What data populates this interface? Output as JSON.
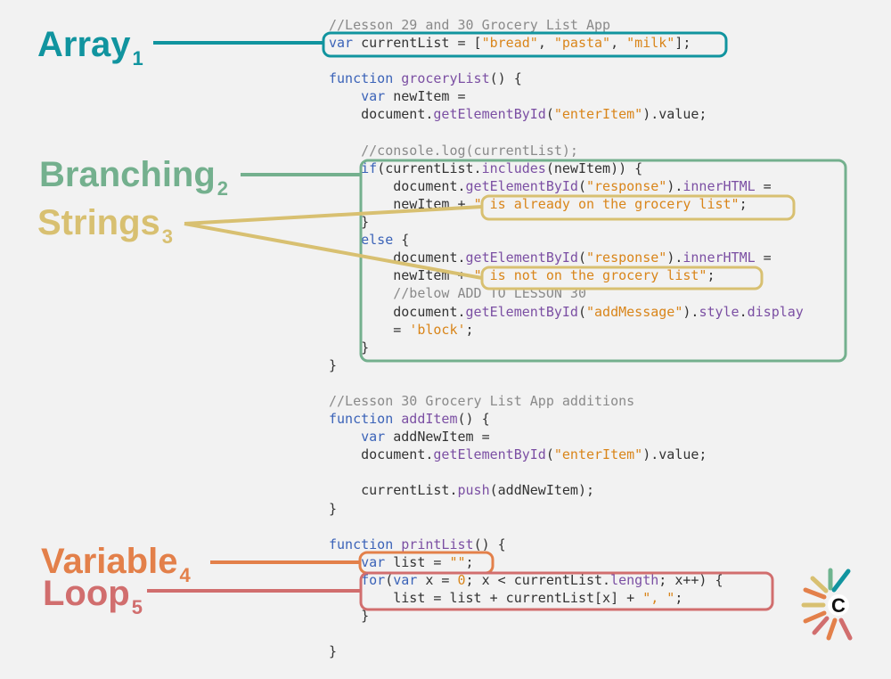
{
  "colors": {
    "array": "#11949f",
    "branching": "#74b08e",
    "strings": "#d8c071",
    "variable": "#e3804a",
    "loop": "#d16e6e",
    "comment": "#8a8a8a",
    "keyword": "#3b63b8",
    "function": "#7b4fa3",
    "string": "#d9851a",
    "text": "#333333"
  },
  "labels": [
    {
      "id": "array",
      "text": "Array",
      "sub": "1"
    },
    {
      "id": "branching",
      "text": "Branching",
      "sub": "2"
    },
    {
      "id": "strings",
      "text": "Strings",
      "sub": "3"
    },
    {
      "id": "variable",
      "text": "Variable",
      "sub": "4"
    },
    {
      "id": "loop",
      "text": "Loop",
      "sub": "5"
    }
  ],
  "logo": {
    "letter": "C",
    "icon": "vc-logo-icon"
  },
  "code_lines": [
    [
      [
        "cm",
        "//Lesson 29 and 30 Grocery List App"
      ]
    ],
    [
      [
        "kw",
        "var "
      ],
      [
        "tx",
        "currentList = ["
      ],
      [
        "st",
        "\"bread\""
      ],
      [
        "tx",
        ", "
      ],
      [
        "st",
        "\"pasta\""
      ],
      [
        "tx",
        ", "
      ],
      [
        "st",
        "\"milk\""
      ],
      [
        "tx",
        "];"
      ]
    ],
    [],
    [
      [
        "kw",
        "function "
      ],
      [
        "fn",
        "groceryList"
      ],
      [
        "tx",
        "() {"
      ]
    ],
    [
      [
        "tx",
        "    "
      ],
      [
        "kw",
        "var "
      ],
      [
        "tx",
        "newItem ="
      ]
    ],
    [
      [
        "tx",
        "    document."
      ],
      [
        "fn",
        "getElementById"
      ],
      [
        "tx",
        "("
      ],
      [
        "st",
        "\"enterItem\""
      ],
      [
        "tx",
        ").value;"
      ]
    ],
    [],
    [
      [
        "tx",
        "    "
      ],
      [
        "cm",
        "//console.log(currentList);"
      ]
    ],
    [
      [
        "tx",
        "    "
      ],
      [
        "kw",
        "if"
      ],
      [
        "tx",
        "(currentList."
      ],
      [
        "fn",
        "includes"
      ],
      [
        "tx",
        "(newItem)) {"
      ]
    ],
    [
      [
        "tx",
        "        document."
      ],
      [
        "fn",
        "getElementById"
      ],
      [
        "tx",
        "("
      ],
      [
        "st",
        "\"response\""
      ],
      [
        "tx",
        ")."
      ],
      [
        "fn",
        "innerHTML"
      ],
      [
        "tx",
        " ="
      ]
    ],
    [
      [
        "tx",
        "        newItem + "
      ],
      [
        "st",
        "\" is already on the grocery list\""
      ],
      [
        "tx",
        ";"
      ]
    ],
    [
      [
        "tx",
        "    }"
      ]
    ],
    [
      [
        "tx",
        "    "
      ],
      [
        "kw",
        "else"
      ],
      [
        "tx",
        " {"
      ]
    ],
    [
      [
        "tx",
        "        document."
      ],
      [
        "fn",
        "getElementById"
      ],
      [
        "tx",
        "("
      ],
      [
        "st",
        "\"response\""
      ],
      [
        "tx",
        ")."
      ],
      [
        "fn",
        "innerHTML"
      ],
      [
        "tx",
        " ="
      ]
    ],
    [
      [
        "tx",
        "        newItem + "
      ],
      [
        "st",
        "\" is not on the grocery list\""
      ],
      [
        "tx",
        ";"
      ]
    ],
    [
      [
        "tx",
        "        "
      ],
      [
        "cm",
        "//below ADD TO LESSON 30"
      ]
    ],
    [
      [
        "tx",
        "        document."
      ],
      [
        "fn",
        "getElementById"
      ],
      [
        "tx",
        "("
      ],
      [
        "st",
        "\"addMessage\""
      ],
      [
        "tx",
        ")."
      ],
      [
        "fn",
        "style"
      ],
      [
        "tx",
        "."
      ],
      [
        "fn",
        "display"
      ]
    ],
    [
      [
        "tx",
        "        = "
      ],
      [
        "st",
        "'block'"
      ],
      [
        "tx",
        ";"
      ]
    ],
    [
      [
        "tx",
        "    }"
      ]
    ],
    [
      [
        "tx",
        "}"
      ]
    ],
    [],
    [
      [
        "cm",
        "//Lesson 30 Grocery List App additions"
      ]
    ],
    [
      [
        "kw",
        "function "
      ],
      [
        "fn",
        "addItem"
      ],
      [
        "tx",
        "() {"
      ]
    ],
    [
      [
        "tx",
        "    "
      ],
      [
        "kw",
        "var "
      ],
      [
        "tx",
        "addNewItem ="
      ]
    ],
    [
      [
        "tx",
        "    document."
      ],
      [
        "fn",
        "getElementById"
      ],
      [
        "tx",
        "("
      ],
      [
        "st",
        "\"enterItem\""
      ],
      [
        "tx",
        ").value;"
      ]
    ],
    [],
    [
      [
        "tx",
        "    currentList."
      ],
      [
        "fn",
        "push"
      ],
      [
        "tx",
        "(addNewItem);"
      ]
    ],
    [
      [
        "tx",
        "}"
      ]
    ],
    [],
    [
      [
        "kw",
        "function "
      ],
      [
        "fn",
        "printList"
      ],
      [
        "tx",
        "() {"
      ]
    ],
    [
      [
        "tx",
        "    "
      ],
      [
        "kw",
        "var "
      ],
      [
        "tx",
        "list = "
      ],
      [
        "st",
        "\"\""
      ],
      [
        "tx",
        ";"
      ]
    ],
    [
      [
        "tx",
        "    "
      ],
      [
        "kw",
        "for"
      ],
      [
        "tx",
        "("
      ],
      [
        "kw",
        "var "
      ],
      [
        "tx",
        "x = "
      ],
      [
        "nu",
        "0"
      ],
      [
        "tx",
        "; x < currentList."
      ],
      [
        "fn",
        "length"
      ],
      [
        "tx",
        "; x++) {"
      ]
    ],
    [
      [
        "tx",
        "        list = list + currentList[x] + "
      ],
      [
        "st",
        "\", \""
      ],
      [
        "tx",
        ";"
      ]
    ],
    [
      [
        "tx",
        "    }"
      ]
    ],
    [],
    [
      [
        "tx",
        "}"
      ]
    ]
  ]
}
